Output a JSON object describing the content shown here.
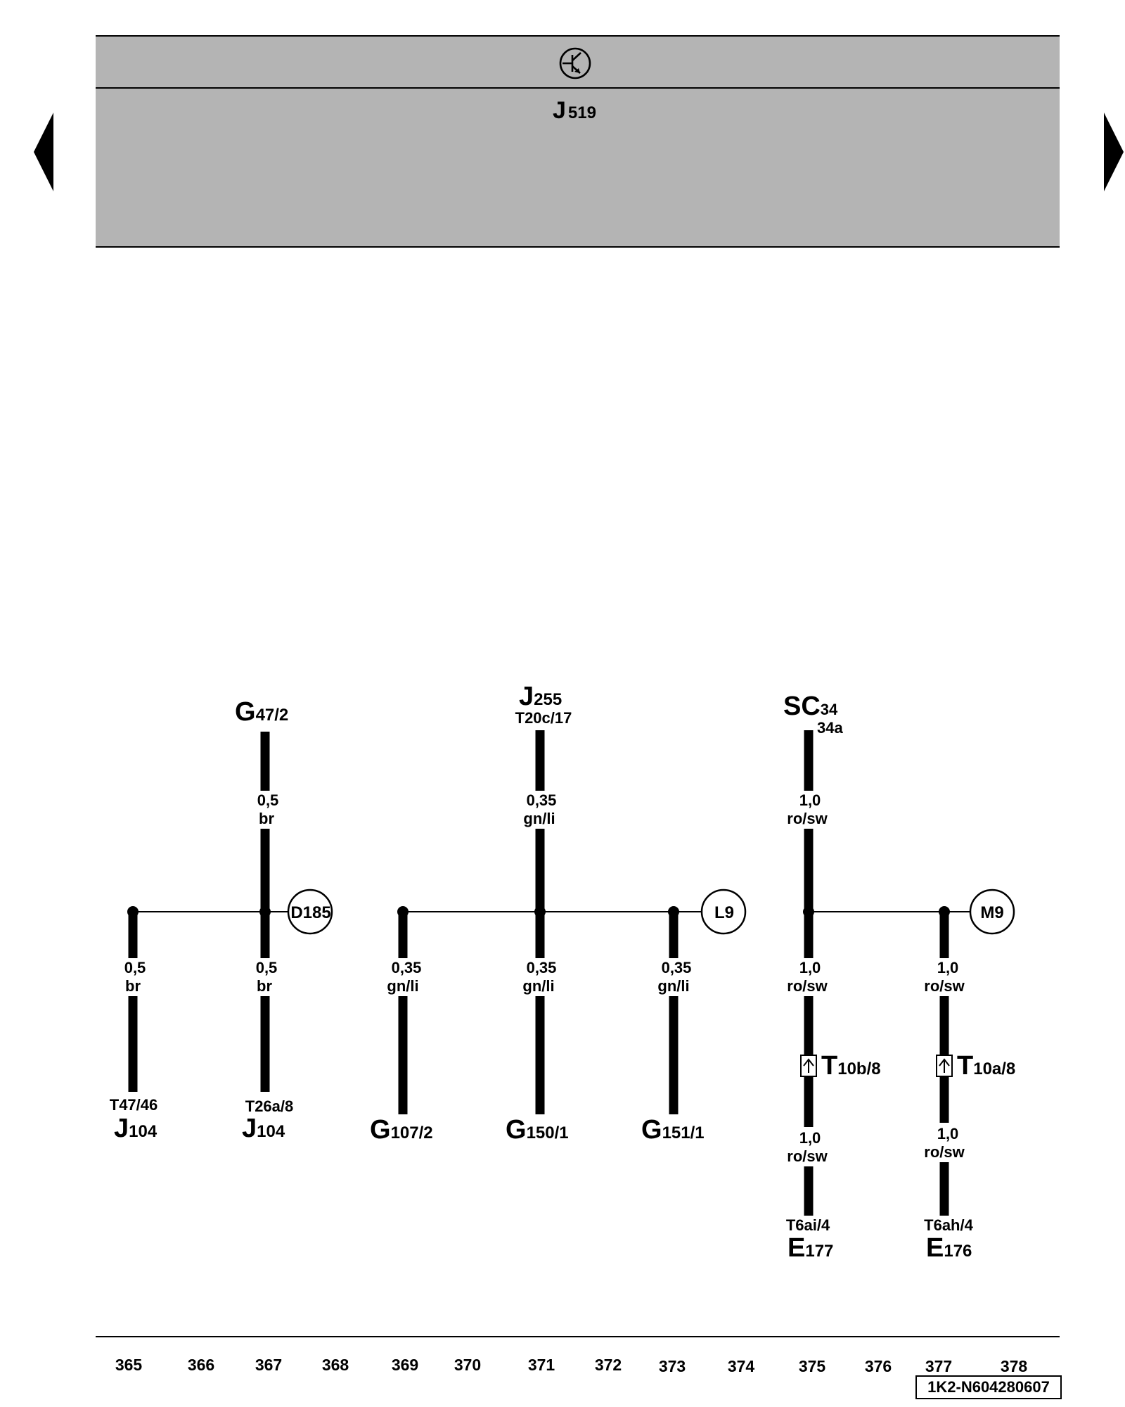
{
  "header": {
    "controller": {
      "letter": "J",
      "number": "519"
    },
    "symbol_icon": "transistor-control-unit-icon"
  },
  "navigation": {
    "prev_icon": "triangle-left-icon",
    "next_icon": "triangle-right-icon"
  },
  "diagram": {
    "top_components": [
      {
        "letter": "G",
        "sub": "47/2"
      },
      {
        "letter": "J",
        "sub": "255",
        "connector": "T20c/17"
      },
      {
        "letter": "SC",
        "sub": "34",
        "pin": "34a"
      }
    ],
    "junctions": [
      "D185",
      "L9",
      "M9"
    ],
    "wire_labels": [
      {
        "gauge": "0,5",
        "color": "br"
      },
      {
        "gauge": "0,35",
        "color": "gn/li"
      },
      {
        "gauge": "1,0",
        "color": "ro/sw"
      },
      {
        "gauge": "0,5",
        "color": "br"
      },
      {
        "gauge": "0,5",
        "color": "br"
      },
      {
        "gauge": "0,35",
        "color": "gn/li"
      },
      {
        "gauge": "0,35",
        "color": "gn/li"
      },
      {
        "gauge": "0,35",
        "color": "gn/li"
      },
      {
        "gauge": "1,0",
        "color": "ro/sw"
      },
      {
        "gauge": "1,0",
        "color": "ro/sw"
      },
      {
        "gauge": "1,0",
        "color": "ro/sw"
      },
      {
        "gauge": "1,0",
        "color": "ro/sw"
      }
    ],
    "inline_connectors": [
      {
        "letter": "T",
        "sub": "10b/8"
      },
      {
        "letter": "T",
        "sub": "10a/8"
      }
    ],
    "bottom_components": [
      {
        "connector": "T47/46",
        "letter": "J",
        "sub": "104"
      },
      {
        "connector": "T26a/8",
        "letter": "J",
        "sub": "104"
      },
      {
        "letter": "G",
        "sub": "107/2"
      },
      {
        "letter": "G",
        "sub": "150/1"
      },
      {
        "letter": "G",
        "sub": "151/1"
      },
      {
        "connector": "T6ai/4",
        "letter": "E",
        "sub": "177"
      },
      {
        "connector": "T6ah/4",
        "letter": "E",
        "sub": "176"
      }
    ]
  },
  "footer": {
    "current_paths": [
      "365",
      "366",
      "367",
      "368",
      "369",
      "370",
      "371",
      "372",
      "373",
      "374",
      "375",
      "376",
      "377",
      "378"
    ],
    "document_id": "1K2-N604280607"
  }
}
